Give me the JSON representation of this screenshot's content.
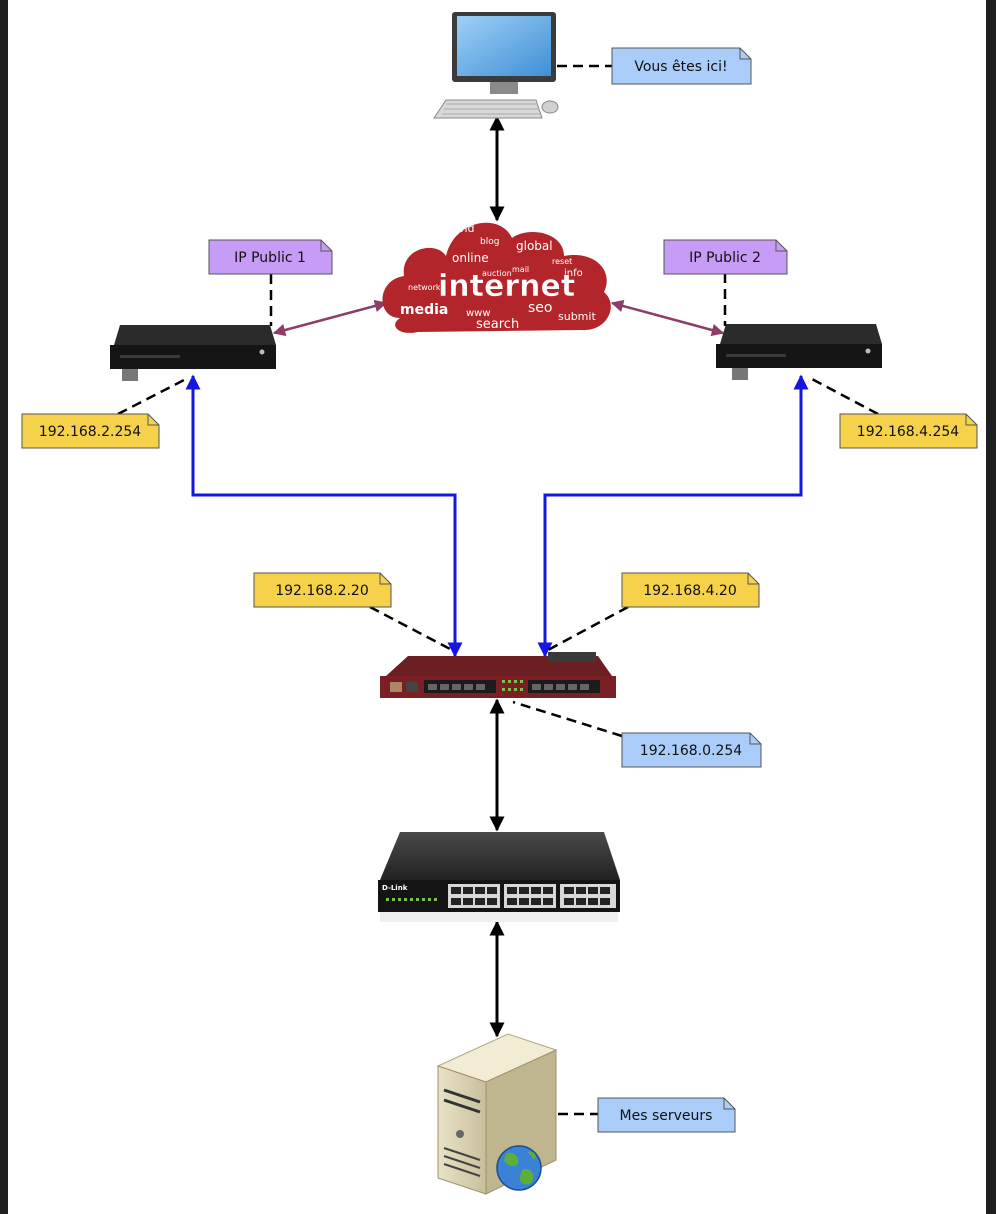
{
  "colors": {
    "note_blue": "#a9cdf8",
    "note_yellow": "#f6d14a",
    "note_purple": "#c79cf7",
    "link_black": "#000000",
    "link_blue": "#1515e6",
    "link_purple": "#8e3d68",
    "cloud_red": "#b1252b"
  },
  "nodes": {
    "pc": {
      "label": "Vous êtes ici!",
      "icon": "desktop-computer-icon"
    },
    "modem_left": {
      "label": "IP Public 1",
      "lan_ip": "192.168.2.254",
      "icon": "modem-icon"
    },
    "modem_right": {
      "label": "IP Public 2",
      "lan_ip": "192.168.4.254",
      "icon": "modem-icon"
    },
    "router": {
      "ip_left": "192.168.2.20",
      "ip_right": "192.168.4.20",
      "ip_lan": "192.168.0.254",
      "icon": "router-icon"
    },
    "switch": {
      "brand": "D-Link",
      "icon": "network-switch-icon"
    },
    "servers": {
      "label": "Mes serveurs",
      "icon": "server-tower-icon"
    },
    "cloud": {
      "title": "internet",
      "words": [
        "send",
        "blog",
        "global",
        "online",
        "info",
        "media",
        "seo",
        "search",
        "submit",
        "www",
        "network",
        "auction",
        "mail",
        "reset"
      ],
      "icon": "internet-cloud-icon"
    }
  }
}
